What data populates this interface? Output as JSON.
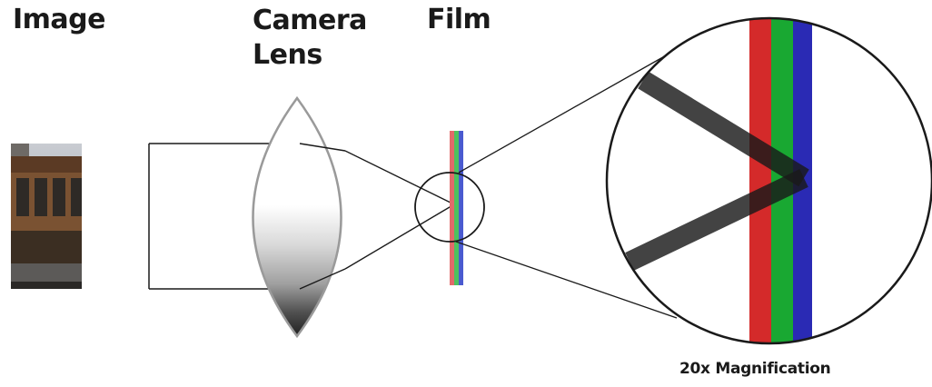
{
  "labels": {
    "image": "Image",
    "lens_line1": "Camera",
    "lens_line2": "Lens",
    "film": "Film",
    "magnification": "20x Magnification"
  },
  "film_layers": [
    {
      "name": "red",
      "color": "#d42a2a"
    },
    {
      "name": "green",
      "color": "#19a832"
    },
    {
      "name": "blue",
      "color": "#2a2ab4"
    }
  ],
  "colors": {
    "outline": "#1a1a1a",
    "lens_outline": "#999999",
    "ray": "#1a1a1a"
  }
}
